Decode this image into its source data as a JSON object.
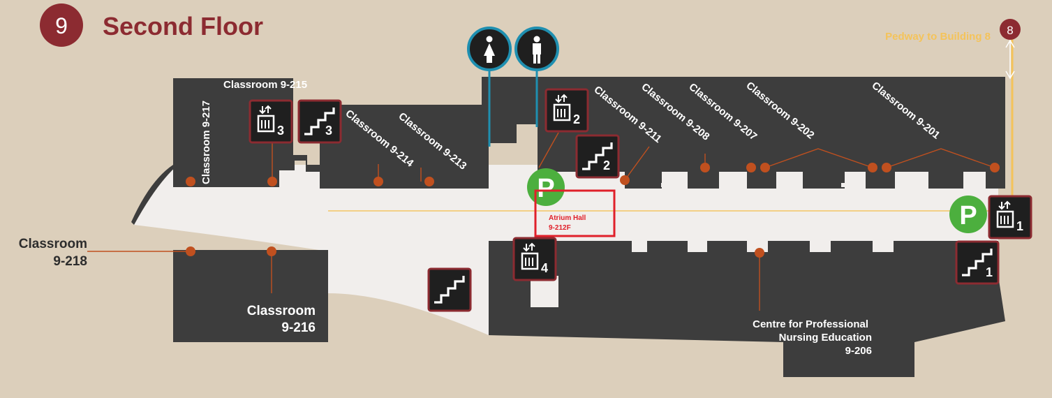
{
  "header": {
    "building_number": "9",
    "floor_title": "Second Floor"
  },
  "pedway": {
    "label": "Pedway to Building 8",
    "building_badge": "8"
  },
  "rooms": {
    "classroom_9_217": "Classroom 9-217",
    "classroom_9_215": "Classroom 9-215",
    "classroom_9_214": "Classroom 9-214",
    "classroom_9_213": "Classroom 9-213",
    "classroom_9_211": "Classroom 9-211",
    "classroom_9_208": "Classroom 9-208",
    "classroom_9_207": "Classroom 9-207",
    "classroom_9_202": "Classroom 9-202",
    "classroom_9_201": "Classroom 9-201",
    "classroom_9_218_line1": "Classroom",
    "classroom_9_218_line2": "9-218",
    "classroom_9_216_line1": "Classroom",
    "classroom_9_216_line2": "9-216",
    "cpne_line1": "Centre for Professional",
    "cpne_line2": "Nursing Education",
    "cpne_line3": "9-206"
  },
  "highlight": {
    "line1": "Atrium Hall",
    "line2": "9-212F"
  },
  "icons": {
    "elevator_3": "3",
    "stairs_3": "3",
    "elevator_2": "2",
    "stairs_2": "2",
    "elevator_4": "4",
    "elevator_1": "1",
    "stairs_1": "1",
    "parking_left": "P",
    "parking_right": "P"
  },
  "colors": {
    "background": "#dccfbb",
    "building": "#3d3d3d",
    "atrium_floor": "#f1eeec",
    "brand_maroon": "#8c2b31",
    "pedway_yellow": "#f4c35a",
    "parking_green": "#4caf3e",
    "washroom_blue": "#1f8fb0",
    "pin_orange": "#c0501f",
    "highlight_red": "#e0202a"
  }
}
